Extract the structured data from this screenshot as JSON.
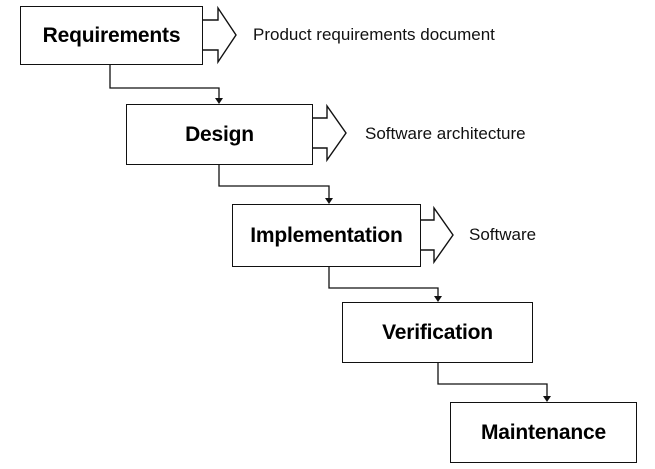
{
  "diagram": {
    "stages": [
      {
        "label": "Requirements",
        "output": "Product requirements document"
      },
      {
        "label": "Design",
        "output": "Software architecture"
      },
      {
        "label": "Implementation",
        "output": "Software"
      },
      {
        "label": "Verification",
        "output": ""
      },
      {
        "label": "Maintenance",
        "output": ""
      }
    ]
  }
}
